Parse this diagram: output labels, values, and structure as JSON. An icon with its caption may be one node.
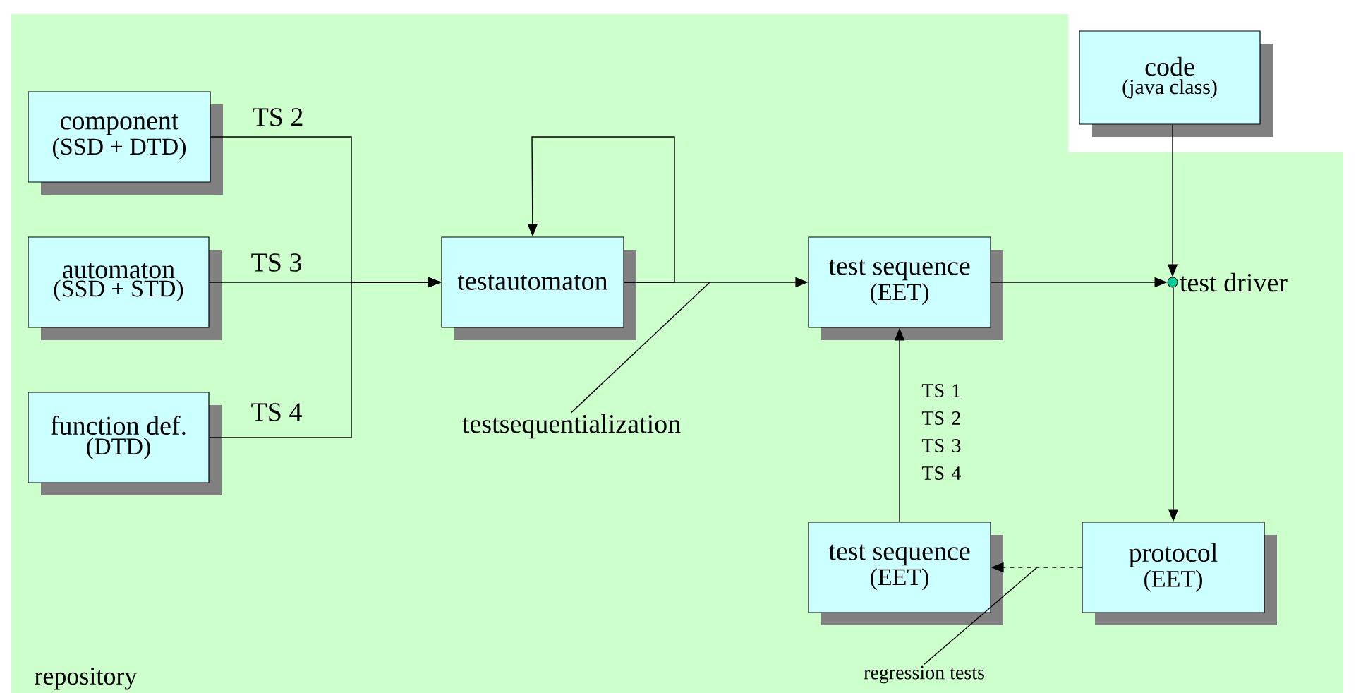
{
  "diagram": {
    "nodes": [
      {
        "text": [
          "repository"
        ]
      },
      {
        "text": [
          "component",
          "(SSD + DTD)"
        ],
        "in": 0
      },
      {
        "text": [
          "automaton",
          "(SSD + STD)"
        ],
        "in": 0
      },
      {
        "text": [
          "function def.",
          "(DTD)"
        ],
        "in": 0
      },
      {
        "text": [
          "testautomaton"
        ],
        "in": 0
      },
      {
        "text": [
          "test sequence",
          "(EET)"
        ],
        "in": 0
      },
      {
        "text": [
          "code",
          "(java class)"
        ]
      },
      {
        "text": [
          "test driver"
        ],
        "in": 0
      },
      {
        "text": [
          "test sequence",
          "(EET)"
        ],
        "in": 0
      },
      {
        "text": [
          "protocol",
          "(EET)"
        ],
        "in": 0
      },
      {
        "text": [
          "testsequentialization"
        ],
        "in": 0
      },
      {
        "text": [
          "regression tests"
        ],
        "in": 0
      }
    ],
    "edges": [
      {
        "from": 1,
        "to": 4,
        "arrow": "to",
        "label": "TS 2"
      },
      {
        "from": 2,
        "to": 4,
        "arrow": "to",
        "label": "TS 3"
      },
      {
        "from": 3,
        "to": 4,
        "arrow": "to",
        "label": "TS 4"
      },
      {
        "from": 4,
        "to": 4,
        "arrow": "to"
      },
      {
        "from": 4,
        "to": 5,
        "arrow": "to"
      },
      {
        "from": 5,
        "to": 7,
        "arrow": "to"
      },
      {
        "from": 6,
        "to": 7,
        "arrow": "to"
      },
      {
        "from": 7,
        "to": 9,
        "arrow": "to"
      },
      {
        "from": 9,
        "to": 8,
        "arrow": "to",
        "style": "dashed"
      },
      {
        "from": 8,
        "to": 5,
        "arrow": "to",
        "label": "TS 1 TS 2 TS 3 TS 4"
      },
      {
        "from": 10,
        "to": null,
        "arrow": "none"
      },
      {
        "from": 11,
        "to": null,
        "arrow": "none"
      }
    ]
  }
}
